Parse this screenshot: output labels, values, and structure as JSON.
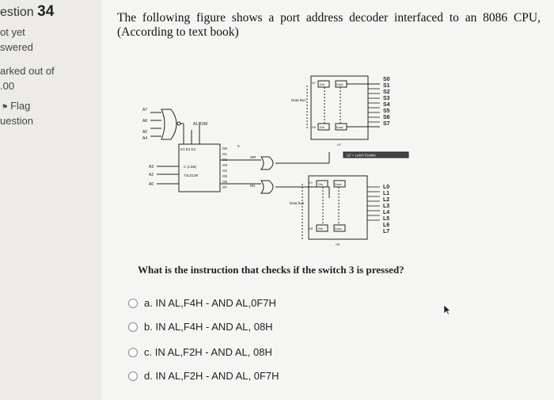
{
  "sidebar": {
    "title_prefix": "estion",
    "number": "34",
    "status1": "ot yet",
    "status2": "swered",
    "marked_label": "arked out of",
    "marked_value": ".00",
    "flag_label": "Flag",
    "flag_label2": "uestion"
  },
  "question": {
    "text": "The following figure shows a port address decoder interfaced to an 8086 CPU, (According to text book)",
    "prompt": "What is the instruction that checks if the switch 3 is pressed?",
    "options": [
      {
        "label": "a. IN AL,F4H - AND AL,0F7H"
      },
      {
        "label": "b. IN AL,F4H - AND AL, 08H"
      },
      {
        "label": "c. IN AL,F2H - AND AL, 08H"
      },
      {
        "label": "d. IN AL,F2H - AND AL, 0F7H"
      }
    ]
  },
  "figure": {
    "addr_inputs_top": [
      "A7",
      "A6",
      "A5",
      "A4"
    ],
    "addr_inputs_bottom": [
      "A3",
      "A2",
      "A0"
    ],
    "io_label": "A1  IO/M",
    "enable_labels": "E1  E2  E3",
    "decoder_labels": [
      "C (LSB)",
      "74LS138"
    ],
    "decoder_outputs": [
      "O0",
      "O1",
      "O2",
      "O3",
      "O4",
      "O5",
      "O6",
      "O7"
    ],
    "zero_label": "0",
    "wr_label": "WR",
    "rd_label": "RD",
    "latch_pins_top": [
      "D7",
      "Din",
      "Dout"
    ],
    "latch_pins_bot": [
      "D0",
      "Din",
      "Dout"
    ],
    "buffer_pins_top": [
      "D7",
      "Din",
      "Dout"
    ],
    "buffer_pins_bot": [
      "D0",
      "Din",
      "Dout"
    ],
    "data_bus_1": "Data Bus",
    "data_bus_2": "Data bus",
    "le_label": "LE",
    "oe_label": "OE",
    "latch_enable_label": "LE = Latch Enable",
    "switches": [
      "S0",
      "S1",
      "S2",
      "S3",
      "S4",
      "S5",
      "S6",
      "S7"
    ],
    "leds": [
      "L0",
      "L1",
      "L2",
      "L3",
      "L4",
      "L5",
      "L6",
      "L7"
    ]
  },
  "colors": {
    "sidebar_bg": "#ecebe8",
    "main_bg": "#f5f5f3",
    "text": "#222222"
  }
}
